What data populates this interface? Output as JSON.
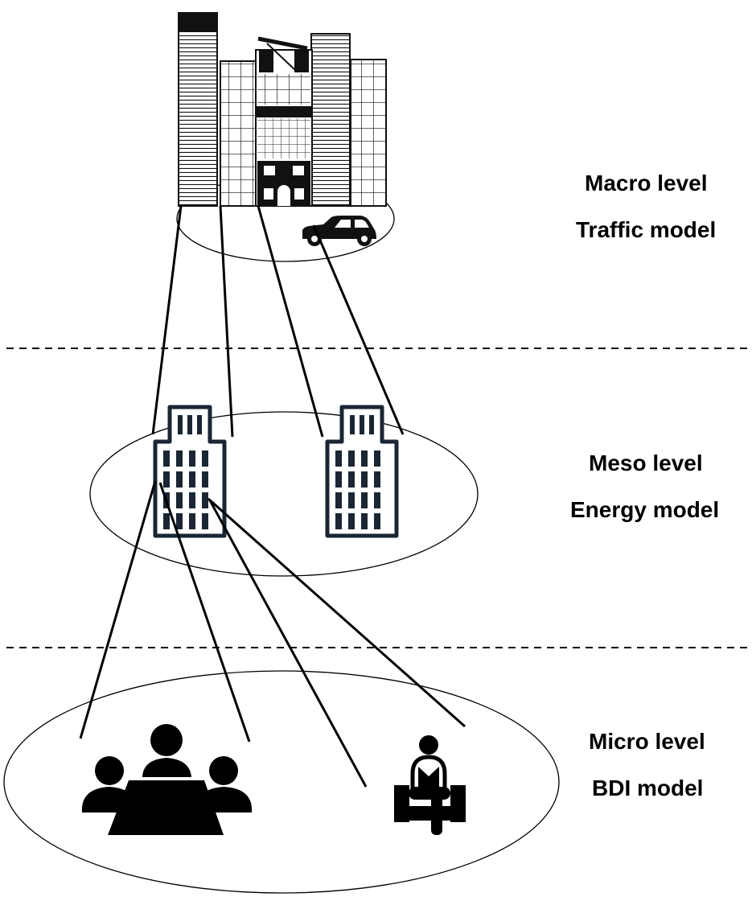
{
  "levels": [
    {
      "title": "Macro level",
      "model": "Traffic model"
    },
    {
      "title": "Meso level",
      "model": "Energy model"
    },
    {
      "title": "Micro level",
      "model": "BDI model"
    }
  ],
  "icons": {
    "macro": [
      "city-skyline-icon",
      "car-icon"
    ],
    "meso": [
      "office-building-icon",
      "office-building-icon"
    ],
    "micro": [
      "meeting-group-icon",
      "person-reading-icon"
    ]
  },
  "colors": {
    "line": "#000000",
    "building": "#1a2633",
    "background": "#ffffff"
  }
}
